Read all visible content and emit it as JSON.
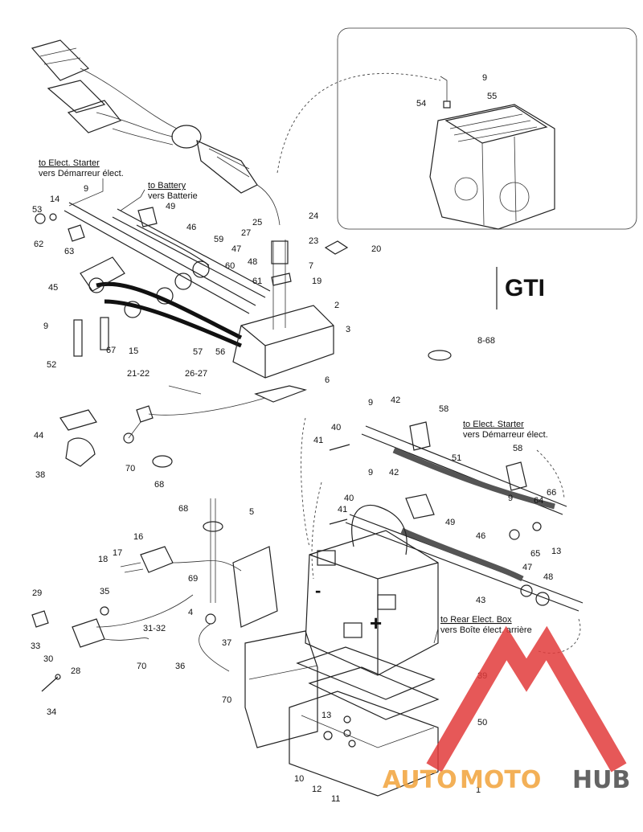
{
  "model_label": "GTI",
  "notes": {
    "elect_starter_top_en": "to Elect. Starter",
    "elect_starter_top_fr": "vers Démarreur élect.",
    "battery_en": "to Battery",
    "battery_fr": "vers Batterie",
    "elect_starter_right_en": "to Elect. Starter",
    "elect_starter_right_fr": "vers Démarreur élect.",
    "rear_box_en": "to Rear Elect. Box",
    "rear_box_fr": "vers Boîte élect. arrière"
  },
  "battery_terminals": {
    "negative": "-",
    "positive": "+"
  },
  "watermark": {
    "text_auto": "AUTO",
    "text_moto": "MOTO",
    "text_hub": "HUB",
    "color_orange": "#f2a33a",
    "color_red": "#e23b3b",
    "color_dark": "#4a4a4a"
  },
  "callouts": {
    "c9a": "9",
    "c55": "55",
    "c54": "54",
    "c14": "14",
    "c9b": "9",
    "c53": "53",
    "c62": "62",
    "c49a": "49",
    "c46a": "46",
    "c25": "25",
    "c24": "24",
    "c27": "27",
    "c23": "23",
    "c20": "20",
    "c59": "59",
    "c47a": "47",
    "c48a": "48",
    "c63": "63",
    "c60": "60",
    "c7": "7",
    "c45": "45",
    "c61": "61",
    "c19": "19",
    "c2": "2",
    "c9c": "9",
    "c3": "3",
    "c52": "52",
    "c67": "67",
    "c15": "15",
    "c57": "57",
    "c56": "56",
    "c8_68": "8-68",
    "c21_22": "21-22",
    "c26_27": "26-27",
    "c6": "6",
    "c9d": "9",
    "c42a": "42",
    "c58a": "58",
    "c44": "44",
    "c40a": "40",
    "c41a": "41",
    "c51": "51",
    "c38": "38",
    "c70a": "70",
    "c68a": "68",
    "c58b": "58",
    "c9e": "9",
    "c42b": "42",
    "c9f": "9",
    "c66": "66",
    "c40b": "40",
    "c64": "64",
    "c41b": "41",
    "c49b": "49",
    "c65": "65",
    "c13a": "13",
    "c68b": "68",
    "c5": "5",
    "c46b": "46",
    "c16": "16",
    "c17": "17",
    "c18": "18",
    "c47b": "47",
    "c48b": "48",
    "c69": "69",
    "c43": "43",
    "c29": "29",
    "c35": "35",
    "c4": "4",
    "c31_32": "31-32",
    "c37": "37",
    "c33": "33",
    "c30": "30",
    "c28": "28",
    "c70b": "70",
    "c36": "36",
    "c39": "39",
    "c70c": "70",
    "c34": "34",
    "c50": "50",
    "c13b": "13",
    "c10": "10",
    "c12": "12",
    "c11": "11",
    "c1": "1"
  }
}
